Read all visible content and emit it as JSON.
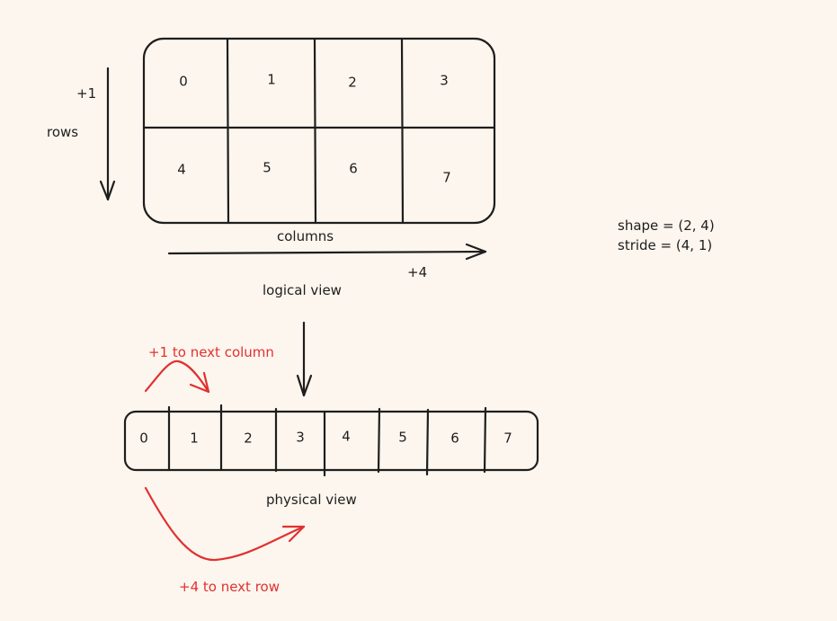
{
  "logical": {
    "cells": [
      "0",
      "1",
      "2",
      "3",
      "4",
      "5",
      "6",
      "7"
    ],
    "rows_label": "rows",
    "rows_step": "+1",
    "columns_label": "columns",
    "columns_step": "+4",
    "caption": "logical view"
  },
  "physical": {
    "cells": [
      "0",
      "1",
      "2",
      "3",
      "4",
      "5",
      "6",
      "7"
    ],
    "caption": "physical view",
    "next_column_label": "+1 to next column",
    "next_row_label": "+4 to next row"
  },
  "info": {
    "shape": "shape = (2, 4)",
    "stride": "stride = (4, 1)"
  },
  "colors": {
    "ink": "#1e1e1e",
    "accent": "#e03131",
    "background": "#fdf6ee"
  }
}
